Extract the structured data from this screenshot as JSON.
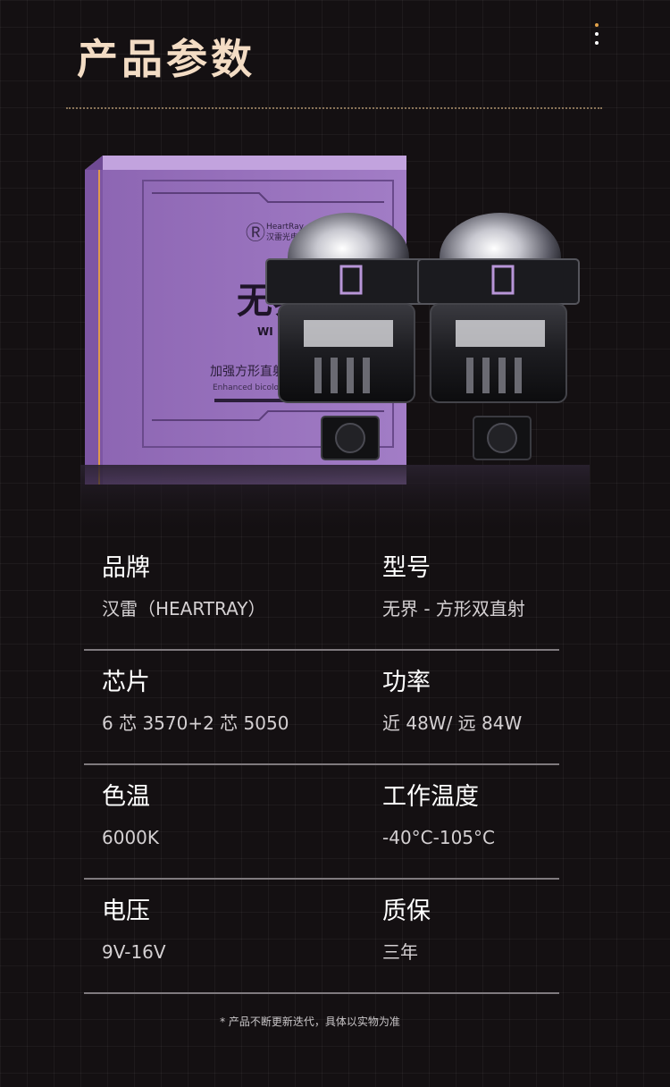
{
  "page": {
    "title": "产品参数",
    "footnote": "* 产品不断更新迭代，具体以实物为准"
  },
  "colors": {
    "title": "#f3dcc4",
    "accent_divider": "#8a7458",
    "box_purple": "#a57fc8",
    "background": "#141012"
  },
  "product_image": {
    "box_logo": "HeartRay",
    "box_brand_cn": "汉雷光电",
    "box_title": "无界",
    "box_title_en": "WI",
    "box_subtitle": "加强方形直射",
    "box_subtitle_en": "Enhanced bicolor"
  },
  "specs": [
    {
      "left": {
        "label": "品牌",
        "value": "汉雷（HEARTRAY）"
      },
      "right": {
        "label": "型号",
        "value": "无界 - 方形双直射"
      }
    },
    {
      "left": {
        "label": "芯片",
        "value": "6 芯 3570+2 芯 5050"
      },
      "right": {
        "label": "功率",
        "value": "近 48W/ 远 84W"
      }
    },
    {
      "left": {
        "label": "色温",
        "value": "6000K"
      },
      "right": {
        "label": "工作温度",
        "value": "-40°C-105°C"
      }
    },
    {
      "left": {
        "label": "电压",
        "value": "9V-16V"
      },
      "right": {
        "label": "质保",
        "value": "三年"
      }
    }
  ]
}
